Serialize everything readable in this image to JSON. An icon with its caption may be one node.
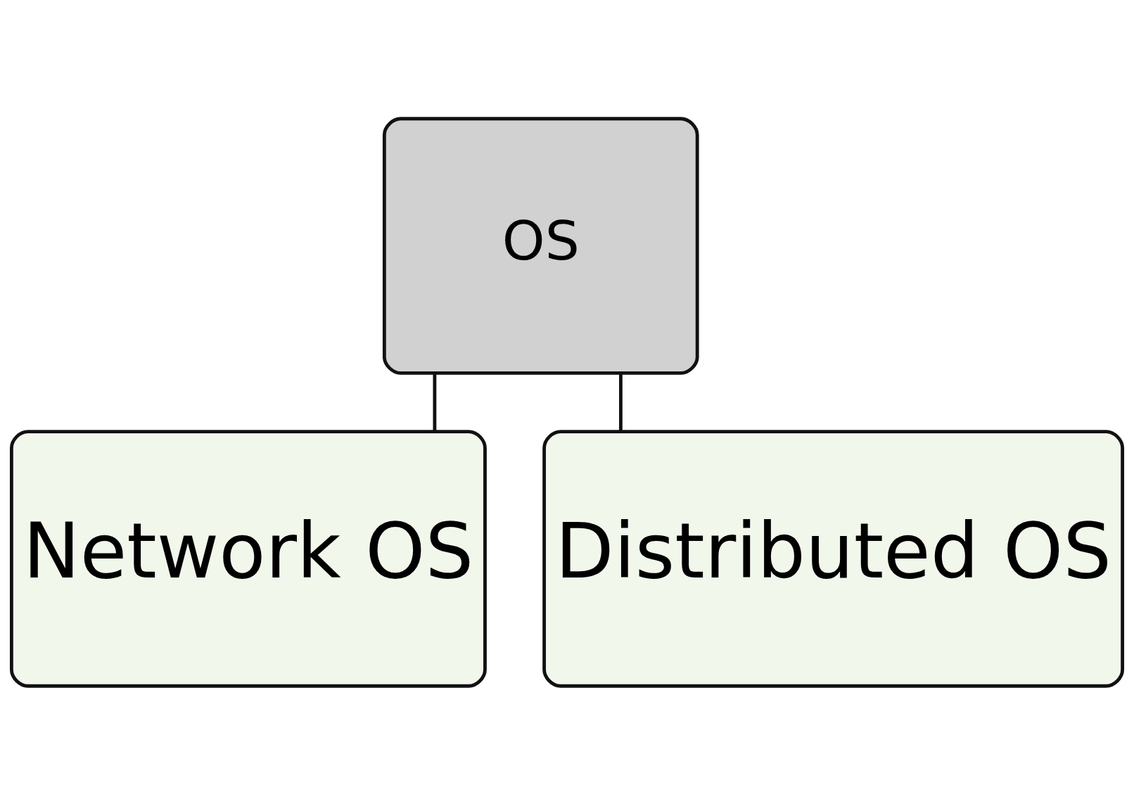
{
  "diagram": {
    "nodes": [
      {
        "text": [
          "OS"
        ]
      },
      {
        "text": [
          "Network OS"
        ]
      },
      {
        "text": [
          "Distributed OS"
        ]
      }
    ],
    "edges": [
      {
        "from": 0,
        "to": 1,
        "arrow": "none"
      },
      {
        "from": 0,
        "to": 2,
        "arrow": "none"
      }
    ]
  }
}
